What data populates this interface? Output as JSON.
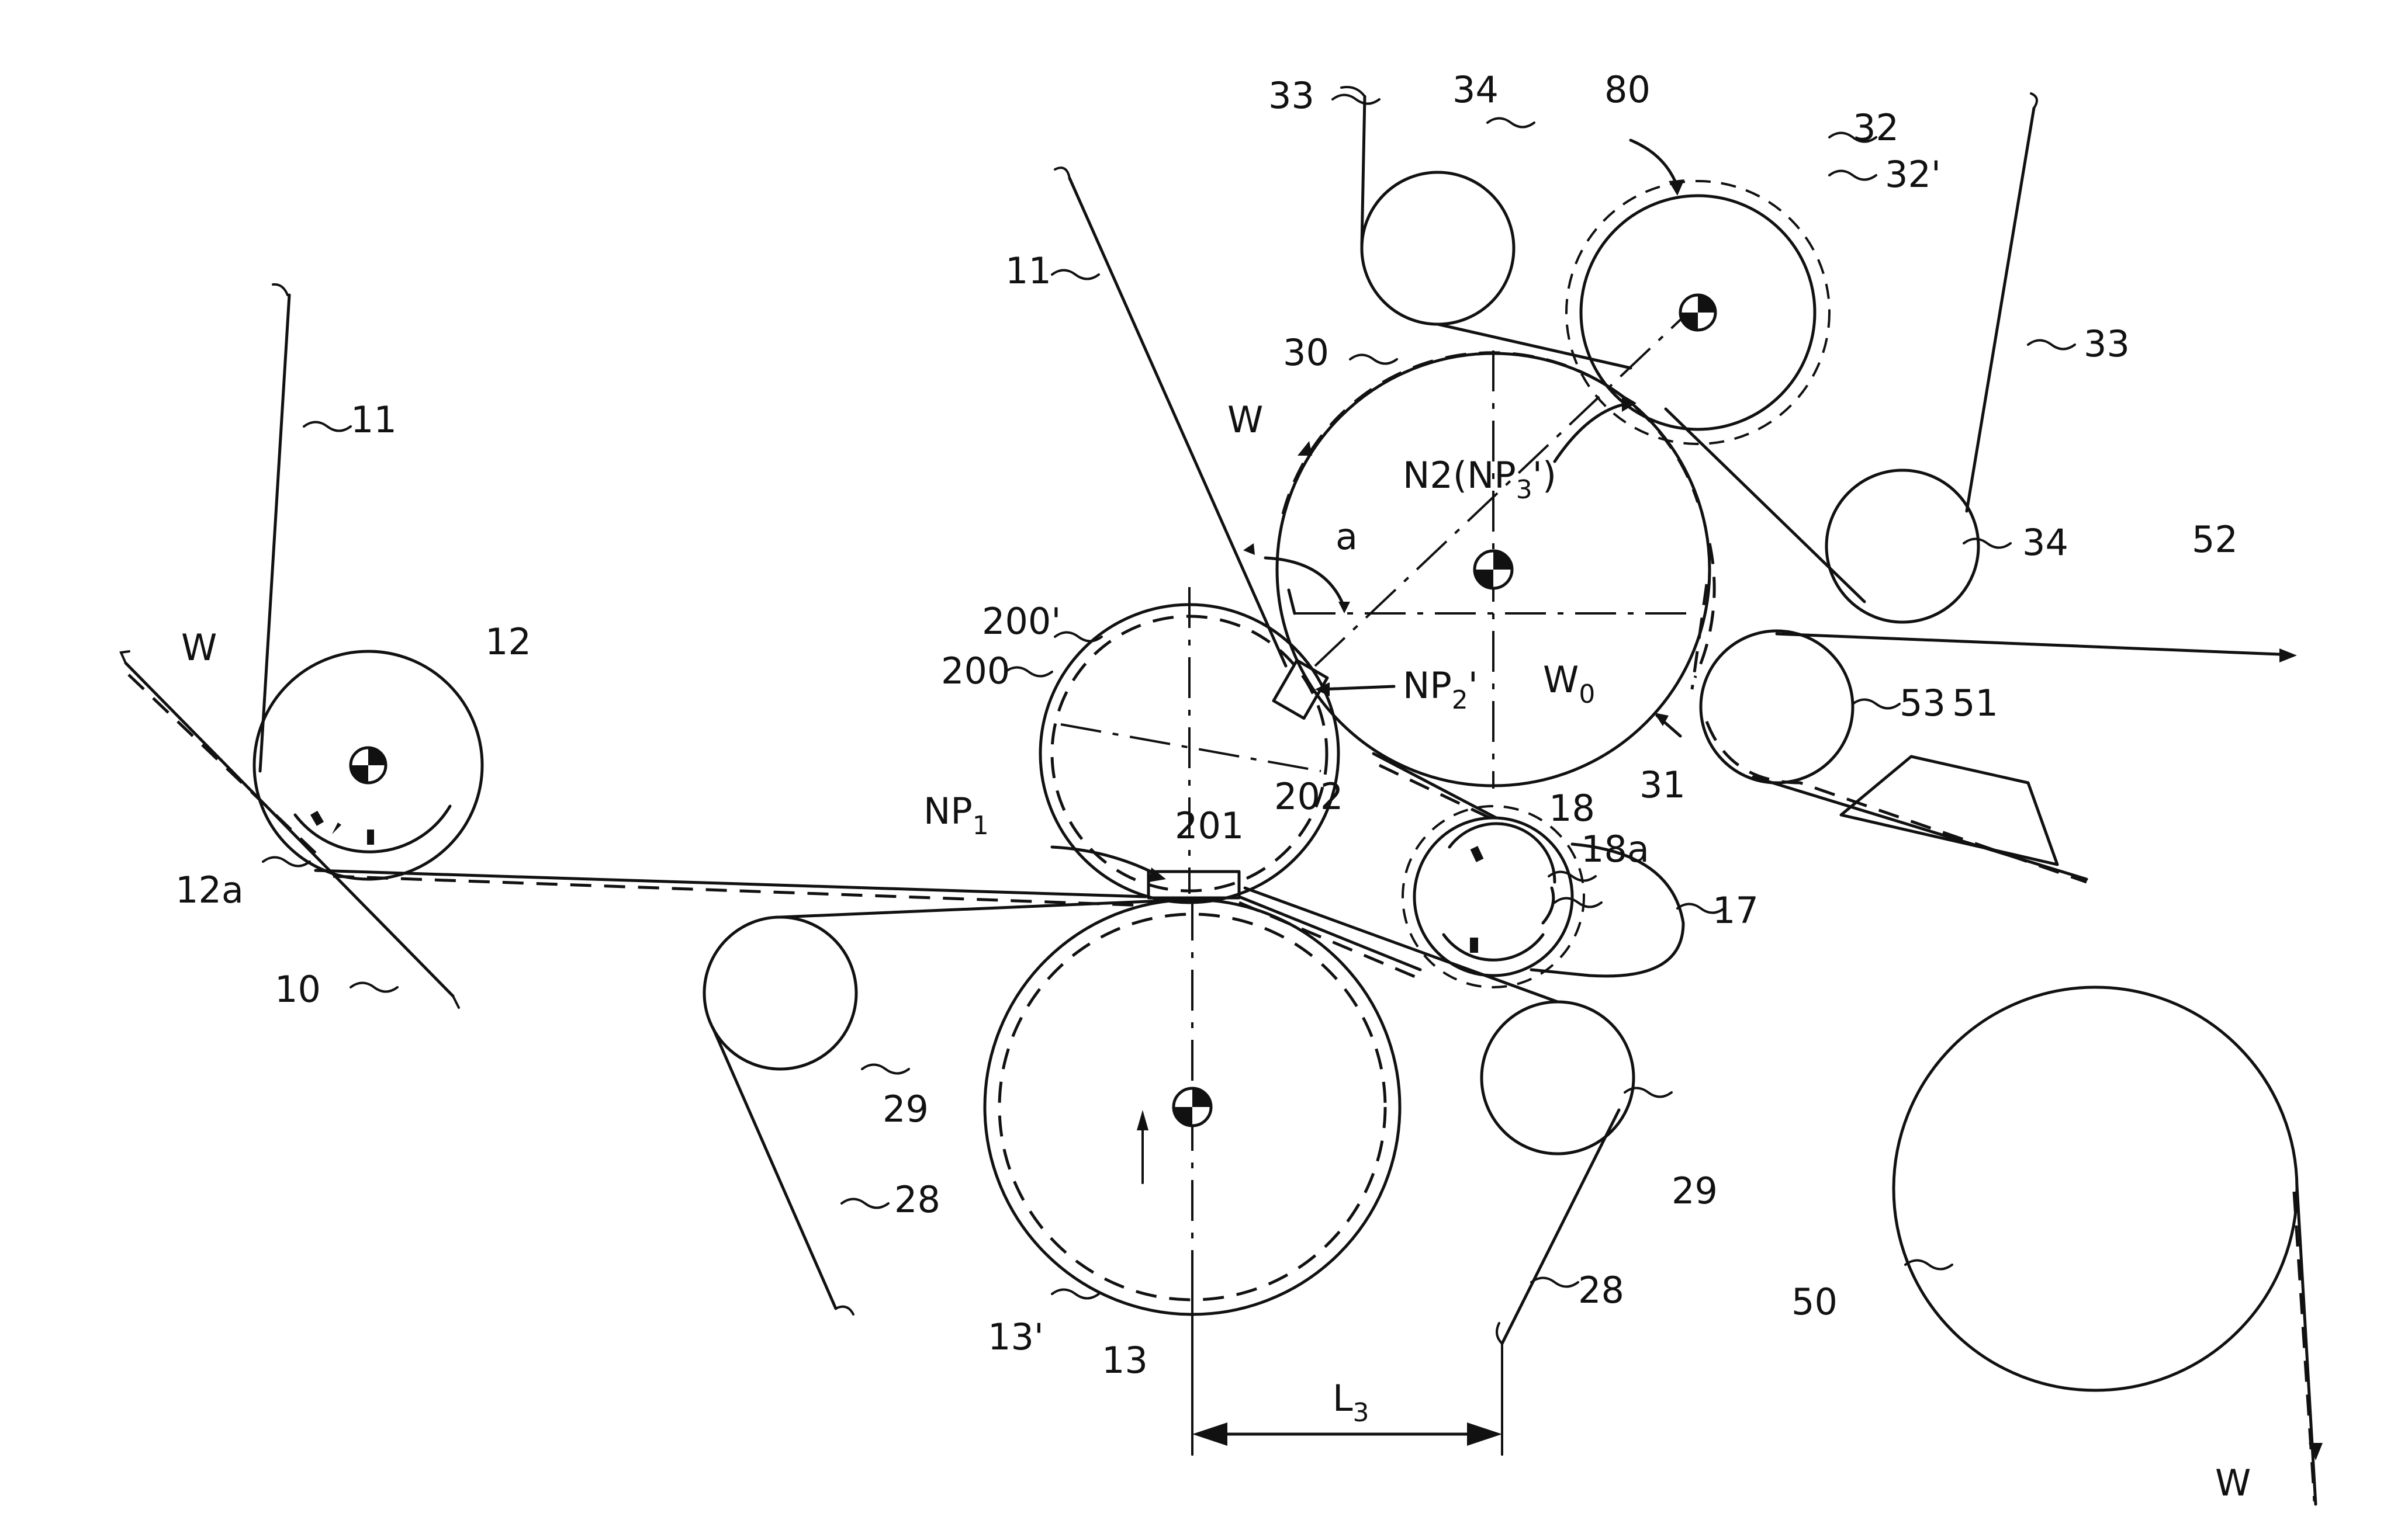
{
  "labels": {
    "w_left": "W",
    "l12": "12",
    "l11_left": "11",
    "l12a": "12a",
    "l10": "10",
    "l11_mid": "11",
    "l200p": "200'",
    "l200": "200",
    "lNP1": "NP",
    "lNP1_sub": "1",
    "l201": "201",
    "l202": "202",
    "l29_left": "29",
    "l28_left": "28",
    "l13p": "13'",
    "l13": "13",
    "lL3": "L",
    "lL3_sub": "3",
    "l28_mid": "28",
    "l29_mid": "29",
    "lW_mid": "W",
    "l30": "30",
    "l33_top": "33",
    "l34_top": "34",
    "l80": "80",
    "l32": "32",
    "l32p": "32'",
    "l33_right": "33",
    "l34_right": "34",
    "lN2": "N2(NP",
    "lN2_sub": "3",
    "lN2_end": "')",
    "la": "a",
    "lNP2": "NP",
    "lNP2_sub": "2",
    "lNP2_end": "'",
    "lW0": "W",
    "lW0_sub": "0",
    "l31": "31",
    "l18": "18",
    "l18a": "18a",
    "l17": "17",
    "l52": "52",
    "l53": "53",
    "l51": "51",
    "l50": "50",
    "lW_right": "W"
  }
}
